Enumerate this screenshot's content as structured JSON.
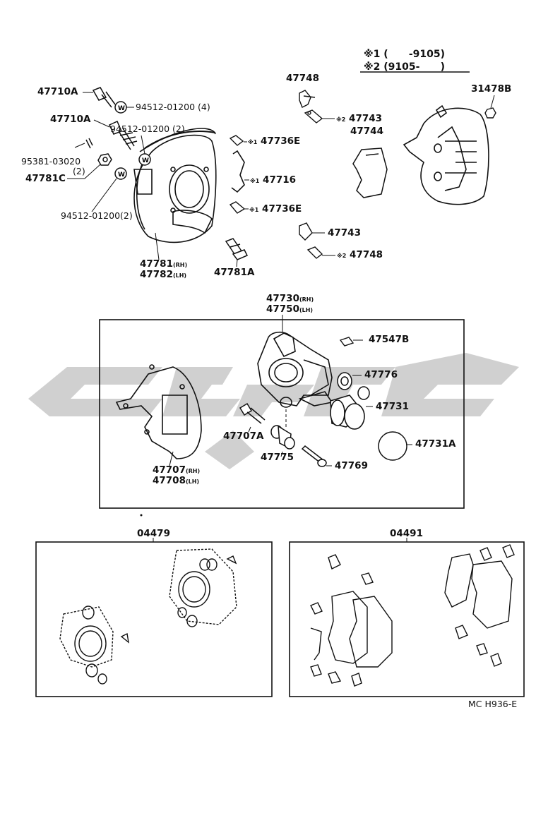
{
  "legend": {
    "line1": "※1 (      -9105)",
    "line2": "※2 (9105-      )"
  },
  "parts": {
    "p47710A_1": "47710A",
    "p94512_4": "94512-01200 (4)",
    "p47710A_2": "47710A",
    "p94512_2a": "94512-01200 (2)",
    "p95381": "95381-03020",
    "p95381_qty": "(2)",
    "p47781C": "47781C",
    "p94512_2b": "94512-01200(2)",
    "p47781": "47781",
    "p47781_side": "(RH)",
    "p47782": "47782",
    "p47782_side": "(LH)",
    "p47781A": "47781A",
    "p47748_top": "47748",
    "p47743_top_mark": "※2",
    "p47743_top": "47743",
    "p47744": "47744",
    "p47736E_1_mark": "※1",
    "p47736E_1": "47736E",
    "p47716_mark": "※1",
    "p47716": "47716",
    "p47736E_2_mark": "※1",
    "p47736E_2": "47736E",
    "p47743_bot": "47743",
    "p47748_bot_mark": "※2",
    "p47748_bot": "47748",
    "p31478B": "31478B",
    "p47730": "47730",
    "p47730_side": "(RH)",
    "p47750": "47750",
    "p47750_side": "(LH)",
    "p47547B": "47547B",
    "p47776": "47776",
    "p47731": "47731",
    "p47707A": "47707A",
    "p47731A": "47731A",
    "p47775": "47775",
    "p47769": "47769",
    "p47707": "47707",
    "p47707_side": "(RH)",
    "p47708": "47708",
    "p47708_side": "(LH)",
    "kit04479": "04479",
    "kit04491": "04491"
  },
  "footer_code": "MC H936-E",
  "washer_letter": "W"
}
